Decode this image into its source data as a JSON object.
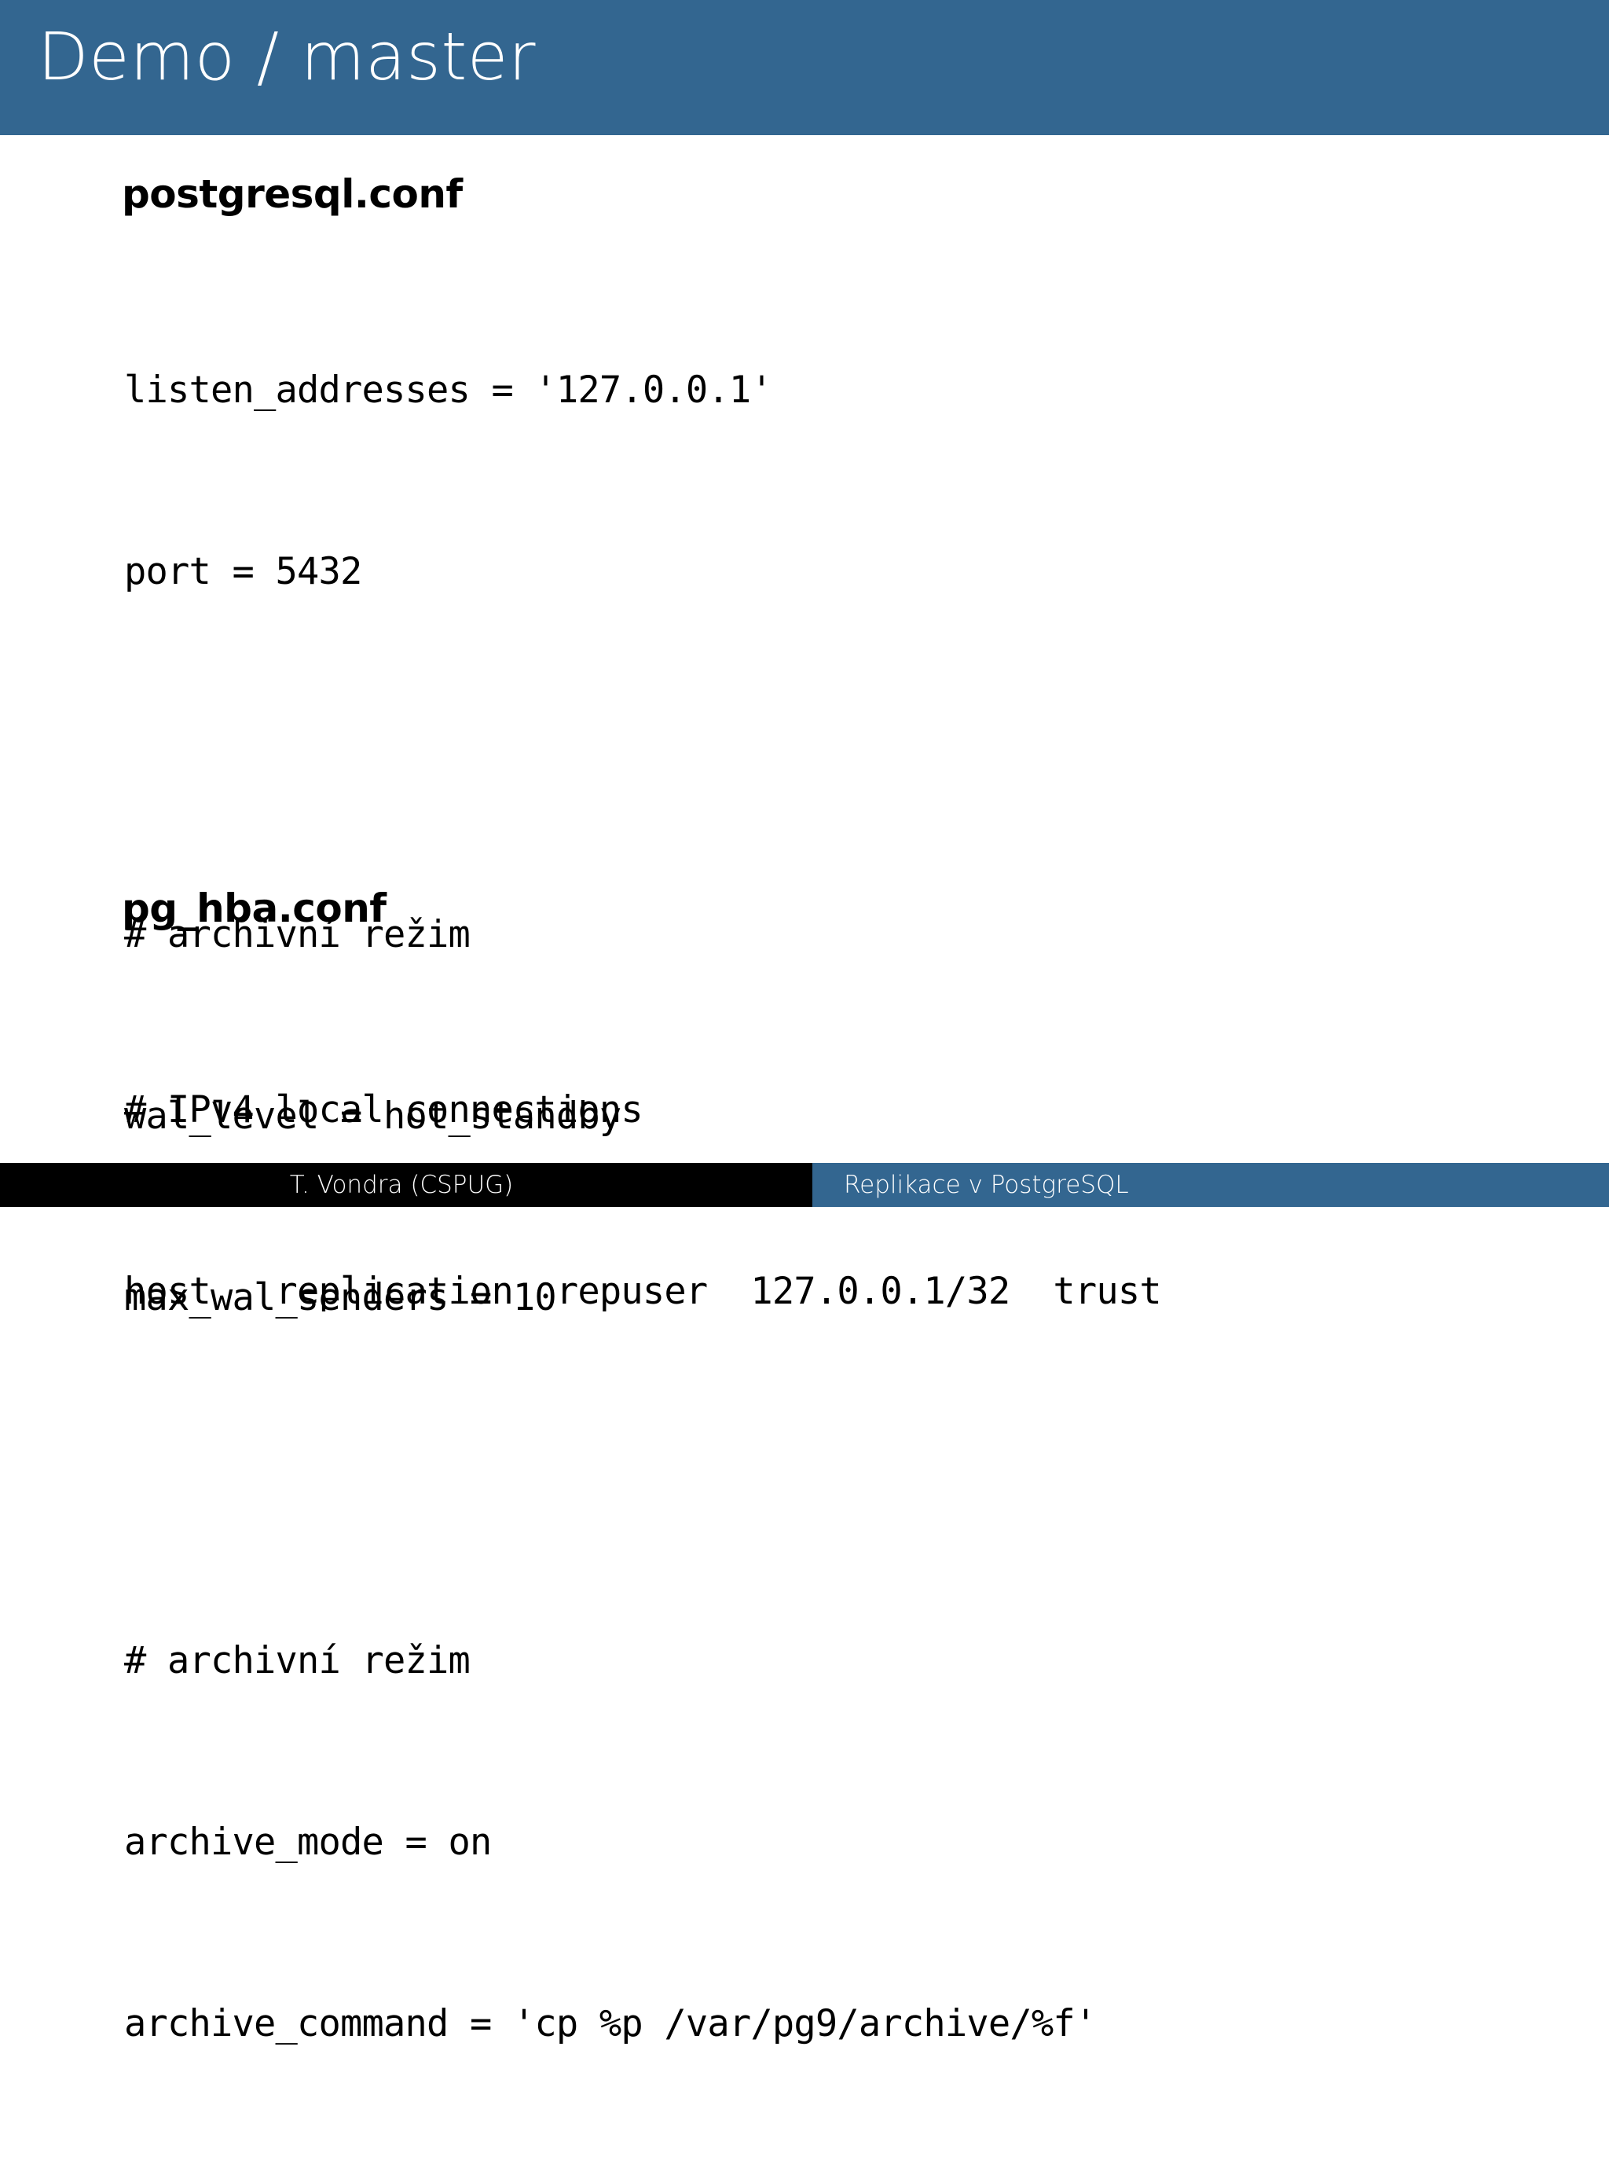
{
  "slide": {
    "title": "Demo / master",
    "header_color": "#336690",
    "background_color": "#ffffff",
    "text_color": "#000000"
  },
  "sections": [
    {
      "heading": "postgresql.conf",
      "lines": [
        "listen_addresses = '127.0.0.1'",
        "port = 5432",
        "",
        "# archivní režim",
        "wal_level = hot_standby",
        "max_wal_senders = 10",
        "",
        "# archivní režim",
        "archive_mode = on",
        "archive_command = 'cp %p /var/pg9/archive/%f'"
      ]
    },
    {
      "heading": "pg_hba.conf",
      "lines": [
        "# IPv4 local connections",
        "host   replication  repuser  127.0.0.1/32  trust"
      ]
    }
  ],
  "code_block_1": {
    "l0": "listen_addresses = '127.0.0.1'",
    "l1": "port = 5432",
    "l2": "",
    "l3": "# archivní režim",
    "l4": "wal_level = hot_standby",
    "l5": "max_wal_senders = 10",
    "l6": "",
    "l7": "# archivní režim",
    "l8": "archive_mode = on",
    "l9": "archive_command = 'cp %p /var/pg9/archive/%f'"
  },
  "code_block_2": {
    "l0": "# IPv4 local connections",
    "l1": "host   replication  repuser  127.0.0.1/32  trust"
  },
  "headings": {
    "postgresql_conf": "postgresql.conf",
    "pg_hba_conf": "pg_hba.conf"
  },
  "footer": {
    "author": "T. Vondra (CSPUG)",
    "talk": "Replikace v PostgreSQL",
    "author_bg": "#000000",
    "talk_bg": "#336690"
  }
}
